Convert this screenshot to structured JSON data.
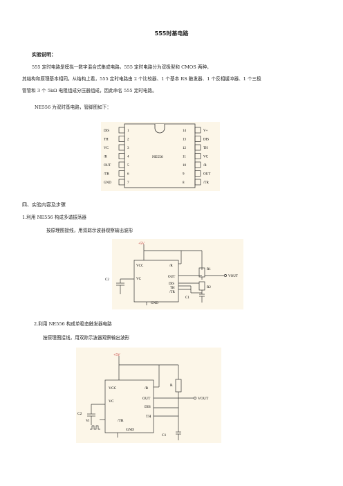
{
  "title": "555时基电路",
  "experiment_note": {
    "heading": "实验说明：",
    "para1_line1": "555 定时电路是模拟一数字混合式集成电路。555 定时电路分为双极型和 CMOS 两种，",
    "para1_line2": "其结构和原理基本相同。从结构上看，555 定时电路由 2 个比较器、1 个基本 RS 触发器、1 个反相缓冲器、1 个三极",
    "para1_line3": "管管和 3 个 5kΩ 电阻组成分压器组成，因此命名 555 定时电路。",
    "para2": "NE556 为双时基电路，管脚图如下："
  },
  "pinout": {
    "chip": "NE556",
    "left_pins": [
      {
        "num": "1",
        "name": "DIS"
      },
      {
        "num": "2",
        "name": "TH"
      },
      {
        "num": "3",
        "name": "VC"
      },
      {
        "num": "4",
        "name": "/R"
      },
      {
        "num": "5",
        "name": "OUT"
      },
      {
        "num": "6",
        "name": "/TR"
      },
      {
        "num": "7",
        "name": "GND"
      }
    ],
    "right_pins": [
      {
        "num": "14",
        "name": "V+"
      },
      {
        "num": "13",
        "name": "DIS"
      },
      {
        "num": "12",
        "name": "TH"
      },
      {
        "num": "11",
        "name": "VC"
      },
      {
        "num": "10",
        "name": "/R"
      },
      {
        "num": "9",
        "name": "OUT"
      },
      {
        "num": "8",
        "name": "/TR"
      }
    ]
  },
  "section4": {
    "heading": "四、实验内容及步骤",
    "step1": "1.利用 NE556 构成多谐振荡器",
    "step1_desc": "按原理图接线，用双踪示波器观察输出波形",
    "step2": "2.利用 NE556 构成单稳态触发器电路",
    "step2_desc": "按原理图接线，用双踪示波器观察输出波形"
  },
  "circuit1": {
    "supply": "+5V",
    "vcc": "VCC",
    "r": "/R",
    "vc": "VC",
    "out": "OUT",
    "dis": "DIS",
    "th": "TH",
    "tr": "/TR",
    "gnd": "GND",
    "r1": "R1",
    "r2": "R2",
    "c1": "C1",
    "c2": "C2",
    "vout": "VOUT"
  },
  "circuit2": {
    "supply": "+5V",
    "vcc": "VCC",
    "r": "/R",
    "vc": "VC",
    "out": "OUT",
    "dis": "DIS",
    "th": "TH",
    "tr": "/TR",
    "gnd": "GND",
    "res": "R",
    "c1": "C1",
    "c2": "C2",
    "vi": "Vi",
    "vout": "VOUT"
  }
}
